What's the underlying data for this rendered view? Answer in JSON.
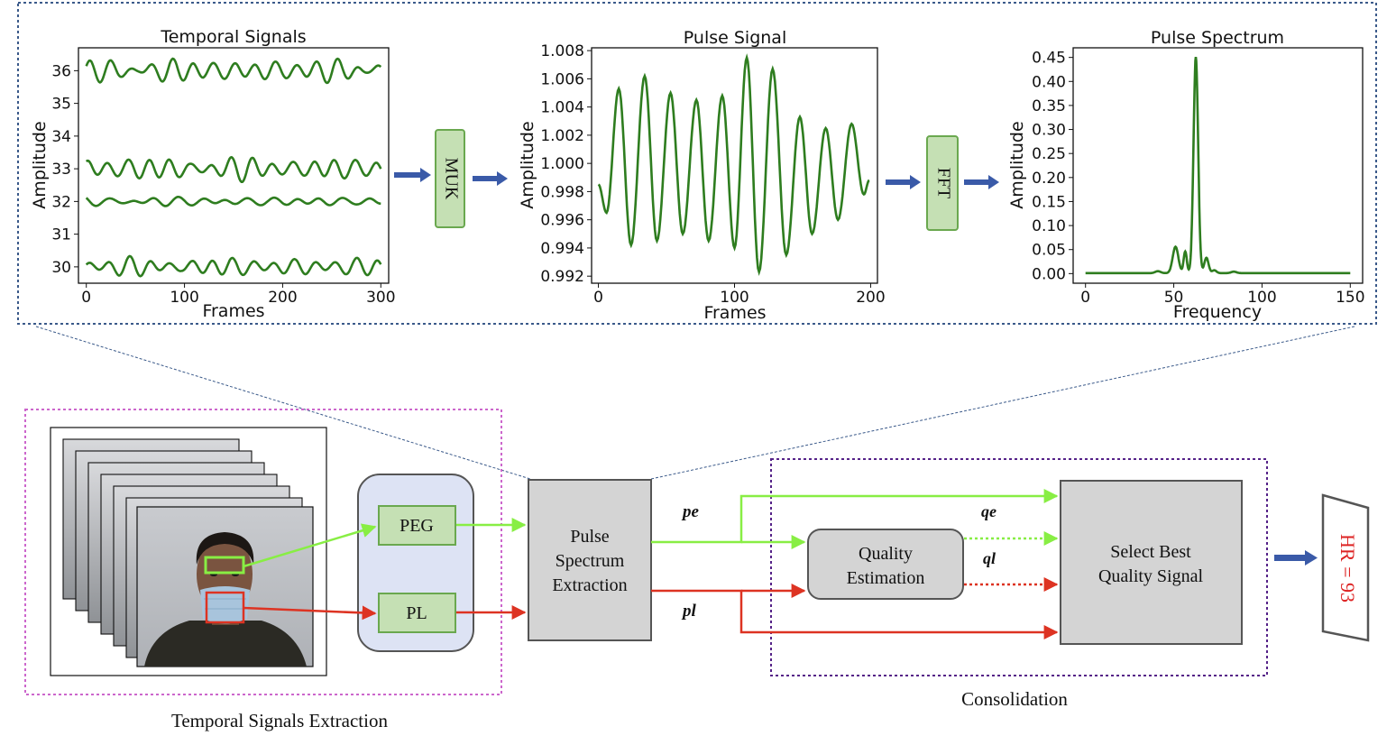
{
  "colors": {
    "signal_green": "#2e7d1f",
    "light_green": "#88ee44",
    "red": "#dd3322",
    "block_green_fill": "#c5e0b4",
    "block_green_stroke": "#6aa84f",
    "gray_block": "#d4d4d4",
    "navy_arrow": "#3a5aa8",
    "lavender": "#dde3f4",
    "magenta_dotted": "#cc66cc",
    "purple_dotted": "#552288",
    "navy_dotted": "#3b5a8a",
    "hr_red": "#dd2222"
  },
  "chart_data": [
    {
      "type": "line",
      "title": "Temporal Signals",
      "xlabel": "Frames",
      "ylabel": "Amplitude",
      "xlim": [
        -8,
        308
      ],
      "ylim": [
        29.5,
        36.7
      ],
      "xticks": [
        0,
        100,
        200,
        300
      ],
      "yticks": [
        30,
        31,
        32,
        33,
        34,
        35,
        36
      ],
      "series": [
        {
          "baseline": 36.0,
          "amp": 0.28,
          "period": 21,
          "phase": 0.4,
          "seed": 1
        },
        {
          "baseline": 33.0,
          "amp": 0.28,
          "period": 21,
          "phase": 1.3,
          "seed": 2
        },
        {
          "baseline": 32.0,
          "amp": 0.1,
          "period": 24,
          "phase": 2.1,
          "seed": 3
        },
        {
          "baseline": 30.0,
          "amp": 0.22,
          "period": 21,
          "phase": 0.9,
          "seed": 4
        }
      ]
    },
    {
      "type": "line",
      "title": "Pulse Signal",
      "xlabel": "Frames",
      "ylabel": "Amplitude",
      "xlim": [
        -5,
        205
      ],
      "ylim": [
        0.9915,
        1.0082
      ],
      "xticks": [
        0,
        100,
        200
      ],
      "yticks": [
        "0.992",
        "0.994",
        "0.996",
        "0.998",
        "1.000",
        "1.002",
        "1.004",
        "1.006",
        "1.008"
      ],
      "peaks": [
        {
          "x": 0,
          "y": 0.9985
        },
        {
          "x": 6,
          "y": 0.9965
        },
        {
          "x": 15,
          "y": 1.0053
        },
        {
          "x": 24,
          "y": 0.9942
        },
        {
          "x": 34,
          "y": 1.0062
        },
        {
          "x": 43,
          "y": 0.9945
        },
        {
          "x": 53,
          "y": 1.005
        },
        {
          "x": 62,
          "y": 0.995
        },
        {
          "x": 72,
          "y": 1.0045
        },
        {
          "x": 81,
          "y": 0.9945
        },
        {
          "x": 91,
          "y": 1.0048
        },
        {
          "x": 100,
          "y": 0.994
        },
        {
          "x": 109,
          "y": 1.0075
        },
        {
          "x": 118,
          "y": 0.9923
        },
        {
          "x": 128,
          "y": 1.0067
        },
        {
          "x": 138,
          "y": 0.9935
        },
        {
          "x": 148,
          "y": 1.0033
        },
        {
          "x": 157,
          "y": 0.995
        },
        {
          "x": 167,
          "y": 1.0025
        },
        {
          "x": 176,
          "y": 0.996
        },
        {
          "x": 186,
          "y": 1.0028
        },
        {
          "x": 195,
          "y": 0.9978
        },
        {
          "x": 199,
          "y": 0.9988
        }
      ]
    },
    {
      "type": "line",
      "title": "Pulse Spectrum",
      "xlabel": "Frequency",
      "ylabel": "Amplitude",
      "xlim": [
        -7,
        157
      ],
      "ylim": [
        -0.02,
        0.47
      ],
      "xticks": [
        0,
        50,
        100,
        150
      ],
      "yticks": [
        "0.00",
        "0.05",
        "0.10",
        "0.15",
        "0.20",
        "0.25",
        "0.30",
        "0.35",
        "0.40",
        "0.45"
      ],
      "peaks": [
        {
          "center": 41,
          "height": 0.004,
          "width": 1.5
        },
        {
          "center": 51,
          "height": 0.055,
          "width": 1.6
        },
        {
          "center": 56.5,
          "height": 0.045,
          "width": 0.9
        },
        {
          "center": 62.5,
          "height": 0.45,
          "width": 1.3
        },
        {
          "center": 68.5,
          "height": 0.032,
          "width": 1.2
        },
        {
          "center": 73,
          "height": 0.006,
          "width": 1.2
        },
        {
          "center": 84,
          "height": 0.003,
          "width": 1.5
        }
      ]
    }
  ],
  "blocks": {
    "muk": "MUK",
    "fft": "FFT",
    "peg": "PEG",
    "pl": "PL",
    "pulse_spectrum_extraction": [
      "Pulse",
      "Spectrum",
      "Extraction"
    ],
    "quality_estimation": [
      "Quality",
      "Estimation"
    ],
    "select_best": [
      "Select Best",
      "Quality Signal"
    ],
    "hr": "HR = 93"
  },
  "labels": {
    "pe": "pe",
    "pl": "pl",
    "qe": "qe",
    "ql": "ql"
  },
  "captions": {
    "temporal_signals_extraction": "Temporal Signals Extraction",
    "consolidation": "Consolidation"
  }
}
